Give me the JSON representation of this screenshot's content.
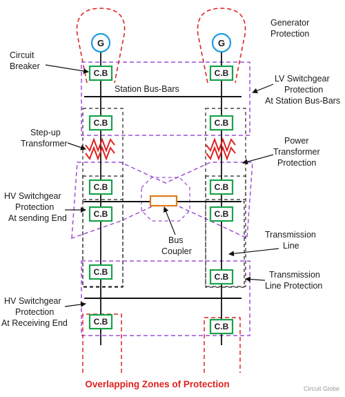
{
  "diagram": {
    "title": "Overlapping Zones of Protection",
    "credit": "Circuit Globe",
    "generator_symbol": "G",
    "breaker_symbol": "C.B",
    "labels": {
      "generator_protection": [
        "Generator",
        "Protection"
      ],
      "circuit_breaker": [
        "Circuit",
        "Breaker"
      ],
      "station_bus_bars": "Station Bus-Bars",
      "lv_switchgear": [
        "LV  Switchgear",
        "Protection",
        "At Station Bus-Bars"
      ],
      "step_up_transformer": [
        "Step-up",
        "Transformer"
      ],
      "power_transformer_protection": [
        "Power",
        "Transformer",
        "Protection"
      ],
      "hv_switchgear_sending": [
        "HV Switchgear",
        "Protection",
        "At sending End"
      ],
      "bus_coupler": [
        "Bus",
        "Coupler"
      ],
      "transmission_line": [
        "Transmission",
        "Line"
      ],
      "transmission_line_protection": [
        "Transmission",
        "Line Protection"
      ],
      "hv_switchgear_receiving": [
        "HV Switchgear",
        "Protection",
        "At Receiving End"
      ]
    },
    "colors": {
      "line": "#111111",
      "breaker": "#16a34a",
      "generator": "#1e9be0",
      "transformer": "#e02020",
      "bus_coupler": "#e07a1a",
      "generator_zone": "#e02020",
      "switchgear_zone": "#9b4fd6",
      "transformer_zone": "#9b4fd6",
      "line_zone": "#222222",
      "title": "#e02020"
    }
  }
}
